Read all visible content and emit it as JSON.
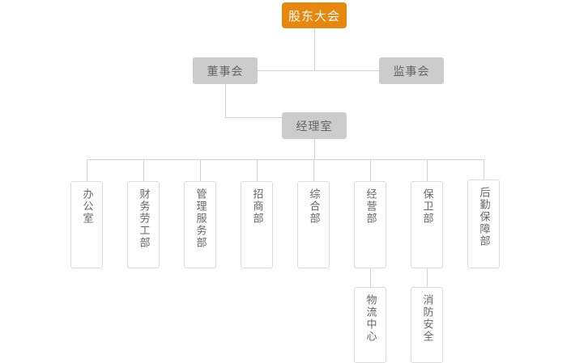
{
  "chart": {
    "type": "org-chart",
    "title": "",
    "colors": {
      "root_fill": "#e8870e",
      "root_text": "#ffffff",
      "level2_fill": "#cccccc",
      "level2_text": "#666666",
      "dept_fill": "#ffffff",
      "dept_border": "#dcdcdc",
      "dept_text": "#666666",
      "line": "#d2d2d2",
      "background": "#ffffff"
    },
    "levels": {
      "root": {
        "label": "股东大会"
      },
      "level2": [
        {
          "label": "董事会"
        },
        {
          "label": "监事会"
        }
      ],
      "level3": {
        "label": "经理室"
      },
      "departments": [
        {
          "label": "办公室"
        },
        {
          "label": "财务劳工部"
        },
        {
          "label": "管理服务部"
        },
        {
          "label": "招商部"
        },
        {
          "label": "综合部"
        },
        {
          "label": "经营部"
        },
        {
          "label": "保卫部"
        },
        {
          "label": "后勤保障部"
        }
      ],
      "subunits": [
        {
          "label": "物流中心",
          "parent": "经营部"
        },
        {
          "label": "消防安全",
          "parent": "保卫部"
        }
      ]
    }
  }
}
